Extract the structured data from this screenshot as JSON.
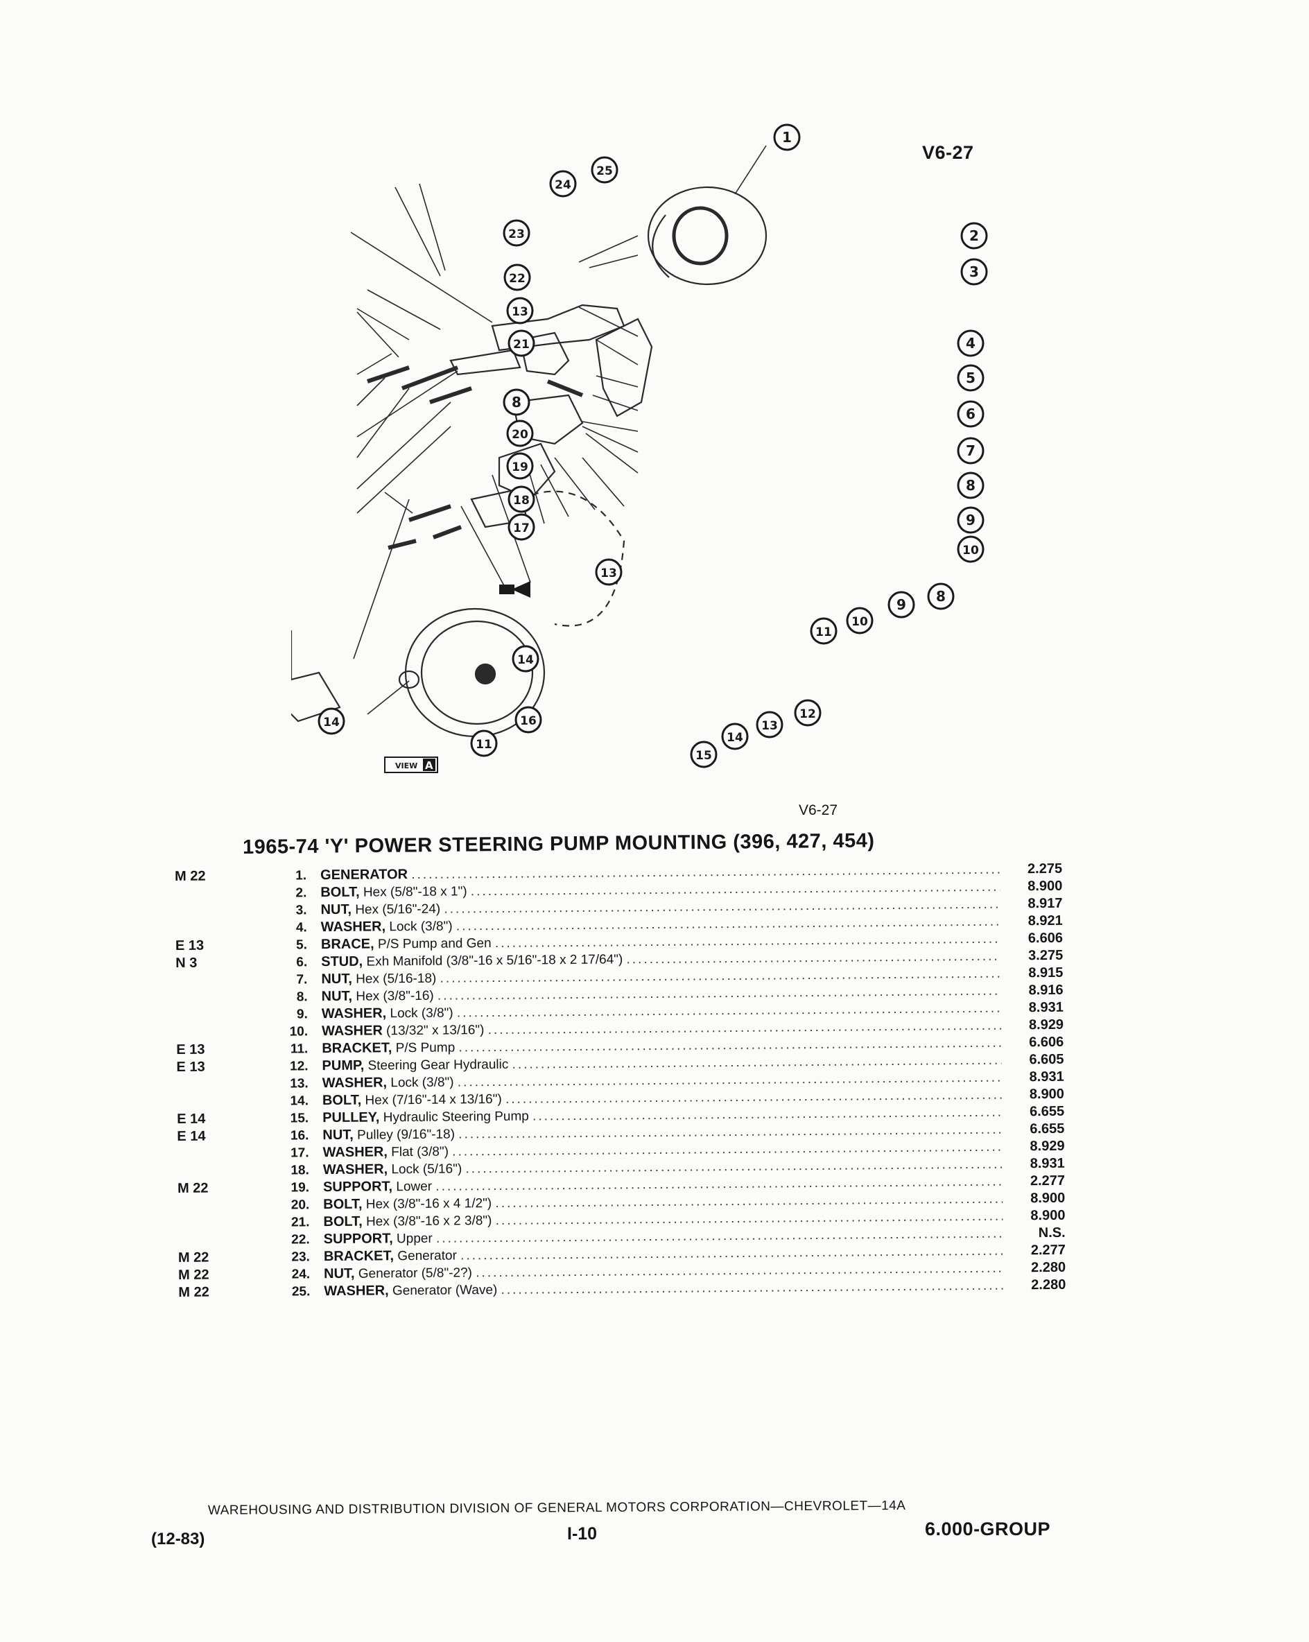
{
  "figure": {
    "id_top": "V6-27",
    "id_bottom": "V6-27",
    "view_label": "VIEW",
    "view_letter": "A"
  },
  "title": "1965-74 'Y' POWER STEERING PUMP MOUNTING (396, 427, 454)",
  "parts": [
    {
      "code": "M 22",
      "num": "1.",
      "name": "GENERATOR",
      "spec": "",
      "group": "2.275"
    },
    {
      "code": "",
      "num": "2.",
      "name": "BOLT,",
      "spec": "Hex (5/8\"-18 x 1\")",
      "group": "8.900"
    },
    {
      "code": "",
      "num": "3.",
      "name": "NUT,",
      "spec": "Hex (5/16\"-24)",
      "group": "8.917"
    },
    {
      "code": "",
      "num": "4.",
      "name": "WASHER,",
      "spec": "Lock (3/8\")",
      "group": "8.921"
    },
    {
      "code": "E 13",
      "num": "5.",
      "name": "BRACE,",
      "spec": "P/S Pump and Gen",
      "group": "6.606"
    },
    {
      "code": "N 3",
      "num": "6.",
      "name": "STUD,",
      "spec": "Exh Manifold (3/8\"-16 x 5/16\"-18 x 2 17/64\")",
      "group": "3.275"
    },
    {
      "code": "",
      "num": "7.",
      "name": "NUT,",
      "spec": "Hex (5/16-18)",
      "group": "8.915"
    },
    {
      "code": "",
      "num": "8.",
      "name": "NUT,",
      "spec": "Hex (3/8\"-16)",
      "group": "8.916"
    },
    {
      "code": "",
      "num": "9.",
      "name": "WASHER,",
      "spec": "Lock (3/8\")",
      "group": "8.931"
    },
    {
      "code": "",
      "num": "10.",
      "name": "WASHER",
      "spec": "(13/32\" x 13/16\")",
      "group": "8.929"
    },
    {
      "code": "E 13",
      "num": "11.",
      "name": "BRACKET,",
      "spec": "P/S Pump",
      "group": "6.606"
    },
    {
      "code": "E 13",
      "num": "12.",
      "name": "PUMP,",
      "spec": "Steering Gear Hydraulic",
      "group": "6.605"
    },
    {
      "code": "",
      "num": "13.",
      "name": "WASHER,",
      "spec": "Lock (3/8\")",
      "group": "8.931"
    },
    {
      "code": "",
      "num": "14.",
      "name": "BOLT,",
      "spec": "Hex (7/16\"-14 x 13/16\")",
      "group": "8.900"
    },
    {
      "code": "E 14",
      "num": "15.",
      "name": "PULLEY,",
      "spec": "Hydraulic Steering Pump",
      "group": "6.655"
    },
    {
      "code": "E 14",
      "num": "16.",
      "name": "NUT,",
      "spec": "Pulley (9/16\"-18)",
      "group": "6.655"
    },
    {
      "code": "",
      "num": "17.",
      "name": "WASHER,",
      "spec": "Flat (3/8\")",
      "group": "8.929"
    },
    {
      "code": "",
      "num": "18.",
      "name": "WASHER,",
      "spec": "Lock (5/16\")",
      "group": "8.931"
    },
    {
      "code": "M 22",
      "num": "19.",
      "name": "SUPPORT,",
      "spec": "Lower",
      "group": "2.277"
    },
    {
      "code": "",
      "num": "20.",
      "name": "BOLT,",
      "spec": "Hex (3/8\"-16 x 4 1/2\")",
      "group": "8.900"
    },
    {
      "code": "",
      "num": "21.",
      "name": "BOLT,",
      "spec": "Hex (3/8\"-16 x 2 3/8\")",
      "group": "8.900"
    },
    {
      "code": "",
      "num": "22.",
      "name": "SUPPORT,",
      "spec": "Upper",
      "group": "N.S."
    },
    {
      "code": "M 22",
      "num": "23.",
      "name": "BRACKET,",
      "spec": "Generator",
      "group": "2.277"
    },
    {
      "code": "M 22",
      "num": "24.",
      "name": "NUT,",
      "spec": "Generator (5/8\"-2?)",
      "group": "2.280"
    },
    {
      "code": "M 22",
      "num": "25.",
      "name": "WASHER,",
      "spec": "Generator (Wave)",
      "group": "2.280"
    }
  ],
  "footer": {
    "division": "WAREHOUSING AND DISTRIBUTION DIVISION OF GENERAL MOTORS CORPORATION—CHEVROLET—14A",
    "date": "(12-83)",
    "page": "I-10",
    "group": "6.000-GROUP"
  }
}
